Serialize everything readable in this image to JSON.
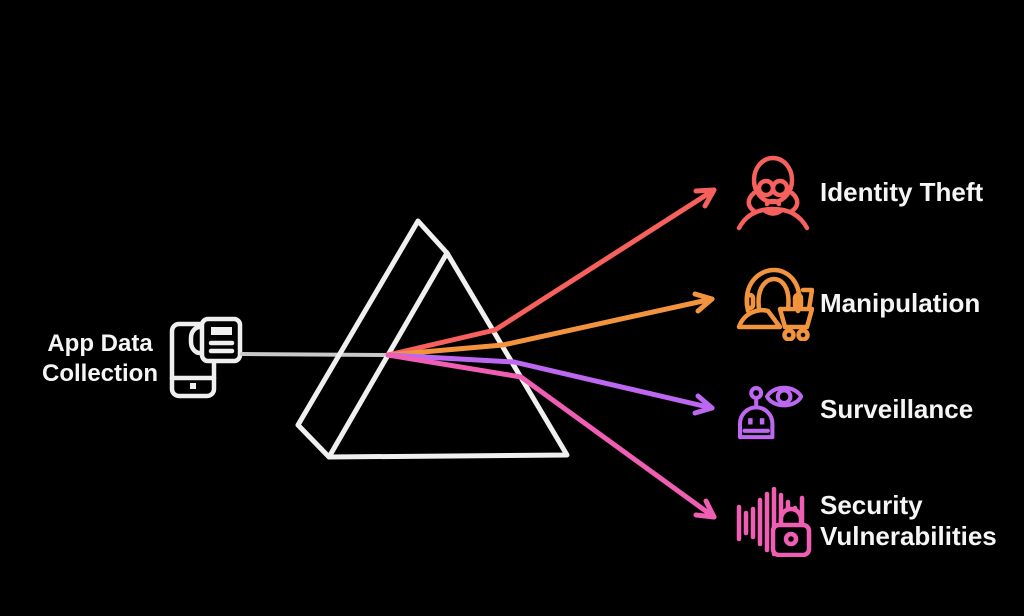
{
  "canvas": {
    "background": "#000000",
    "text_color": "#F5F5F5"
  },
  "source": {
    "label": "App Data Collection",
    "icon": "smartphone-app-data-icon",
    "color": "#EFEFEF"
  },
  "beam": {
    "color": "#C9C9C9"
  },
  "prism": {
    "color": "#F0F0F0"
  },
  "outputs": [
    {
      "label": "Identity Theft",
      "icon": "burglar-mask-icon",
      "color": "#F6605D"
    },
    {
      "label": "Manipulation",
      "icon": "telemarketer-shopping-cart-icon",
      "color": "#F2933D"
    },
    {
      "label": "Surveillance",
      "icon": "robot-eye-icon",
      "color": "#BE68F2"
    },
    {
      "label": "Security Vulnerabilities",
      "icon": "voice-wave-padlock-icon",
      "color": "#EF5EB3"
    }
  ]
}
